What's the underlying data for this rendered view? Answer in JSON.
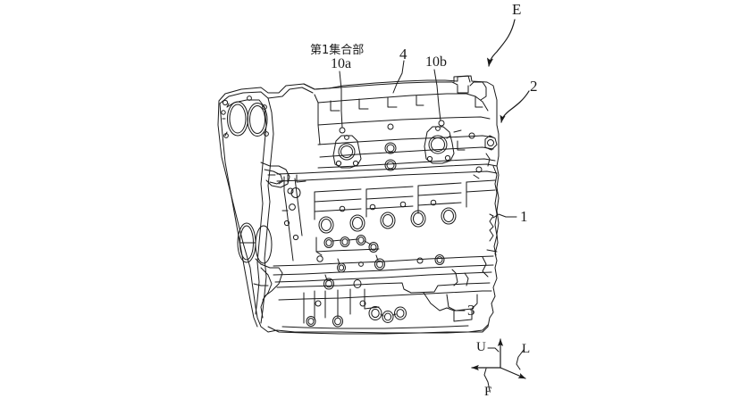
{
  "figure": {
    "kind": "patent-line-drawing",
    "subject": "internal combustion engine assembly, side elevation view",
    "background_color": "#ffffff",
    "line_color": "#1a1a1a"
  },
  "annotations": {
    "jp_note": "第1集合部",
    "ref_10a": "10a",
    "ref_4": "4",
    "ref_10b": "10b",
    "ref_2": "2",
    "ref_1": "1",
    "ref_3": "3",
    "direction_e": "E"
  },
  "axes": {
    "up": "U",
    "front": "F",
    "left": "L"
  },
  "icons": {
    "arrow_e": "curved-arrow-down-left-icon",
    "arrow_2": "curved-arrow-down-left-icon",
    "axis_indicator": "orientation-axes-icon"
  }
}
